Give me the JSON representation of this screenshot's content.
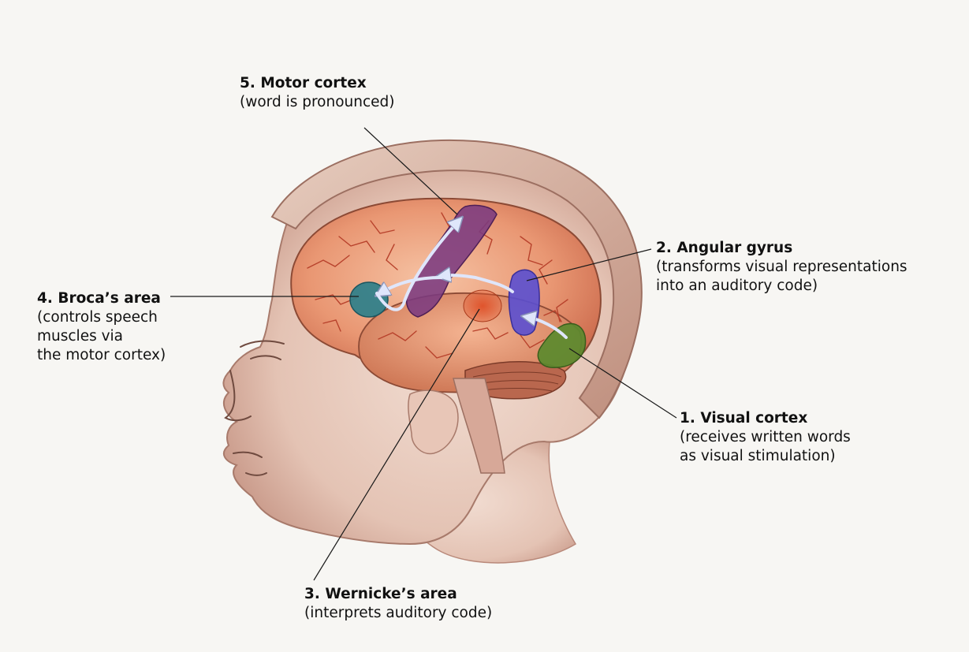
{
  "labels": {
    "visual_cortex": {
      "title": "1. Visual cortex",
      "desc": [
        "(receives written words",
        "as visual stimulation)"
      ]
    },
    "angular_gyrus": {
      "title": "2. Angular gyrus",
      "desc": [
        "(transforms visual representations",
        "into an auditory code)"
      ]
    },
    "wernicke": {
      "title": "3. Wernicke’s area",
      "desc": [
        "(interprets auditory code)"
      ]
    },
    "broca": {
      "title": "4. Broca’s area",
      "desc": [
        "(controls speech",
        "muscles via",
        "the motor cortex)"
      ]
    },
    "motor_cortex": {
      "title": "5. Motor cortex",
      "desc": [
        "(word is pronounced)"
      ]
    }
  },
  "colors": {
    "background": "#f7f6f3",
    "skin": "#e9cfc2",
    "skin_shadow": "#c89d8e",
    "skull": "#d9b6a8",
    "brain": "#e8926e",
    "brain_light": "#f2b08f",
    "vessels": "#b8422c",
    "motor_cortex": "#7b3a7f",
    "visual_cortex": "#5b8a2e",
    "angular_gyrus": "#5a4fd0",
    "wernicke": "#cf4b24",
    "broca": "#2d7f8a",
    "arrow": "#c7d3f5",
    "leader_line": "#1a1a1a"
  }
}
